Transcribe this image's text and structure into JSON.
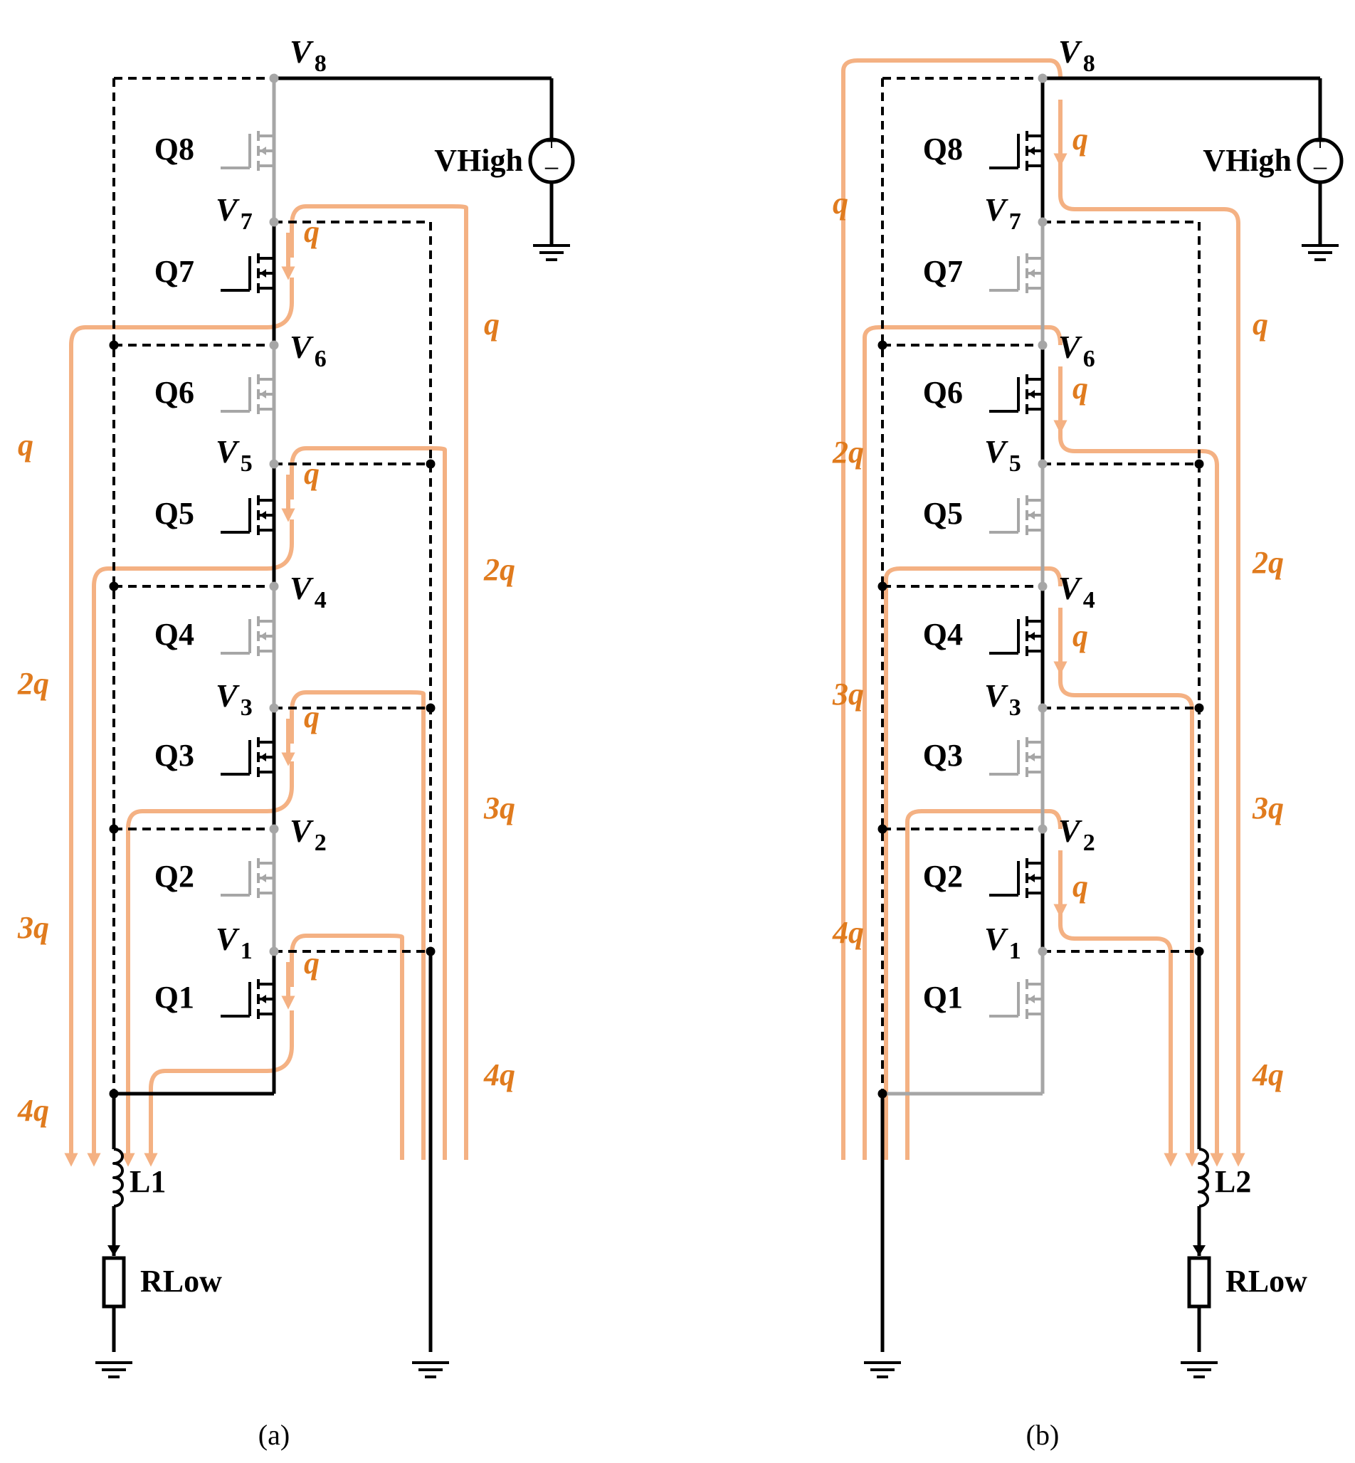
{
  "colors": {
    "flow": "#F4B183",
    "flow_text": "#E07B1E",
    "wire": "#000000",
    "off": "#A6A6A6"
  },
  "panels": [
    {
      "caption": "(a)",
      "node_labels": [
        "V",
        "V",
        "V",
        "V",
        "V",
        "V",
        "V",
        "V"
      ],
      "node_subs": [
        "8",
        "7",
        "6",
        "5",
        "4",
        "3",
        "2",
        "1"
      ],
      "transistors": [
        "Q8",
        "Q7",
        "Q6",
        "Q5",
        "Q4",
        "Q3",
        "Q2",
        "Q1"
      ],
      "source_label": "VHigh",
      "inductor_label": "L1",
      "load_label": "RLow",
      "inner_q_labels": [
        "q",
        "q",
        "q",
        "q"
      ],
      "left_flow_labels": [
        "q",
        "2q",
        "3q",
        "4q"
      ],
      "right_flow_labels": [
        "q",
        "2q",
        "3q",
        "4q"
      ]
    },
    {
      "caption": "(b)",
      "node_labels": [
        "V",
        "V",
        "V",
        "V",
        "V",
        "V",
        "V",
        "V"
      ],
      "node_subs": [
        "8",
        "7",
        "6",
        "5",
        "4",
        "3",
        "2",
        "1"
      ],
      "transistors": [
        "Q8",
        "Q7",
        "Q6",
        "Q5",
        "Q4",
        "Q3",
        "Q2",
        "Q1"
      ],
      "source_label": "VHigh",
      "inductor_label": "L2",
      "load_label": "RLow",
      "inner_q_labels": [
        "q",
        "q",
        "q",
        "q"
      ],
      "left_flow_labels": [
        "q",
        "2q",
        "3q",
        "4q"
      ],
      "right_flow_labels": [
        "q",
        "2q",
        "3q",
        "4q"
      ]
    }
  ]
}
